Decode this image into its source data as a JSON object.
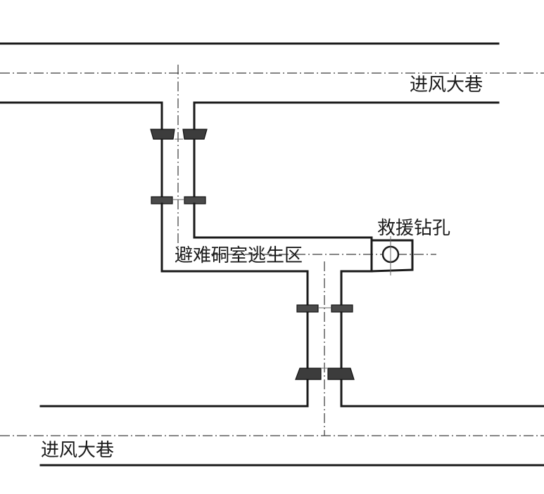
{
  "labels": {
    "top_roadway": "进风大巷",
    "bottom_roadway": "进风大巷",
    "chamber": "避难硐室逃生区",
    "borehole": "救援钻孔"
  },
  "colors": {
    "wall": "#1a1a1a",
    "door_fill": "#3c3c3c",
    "background": "#ffffff"
  }
}
